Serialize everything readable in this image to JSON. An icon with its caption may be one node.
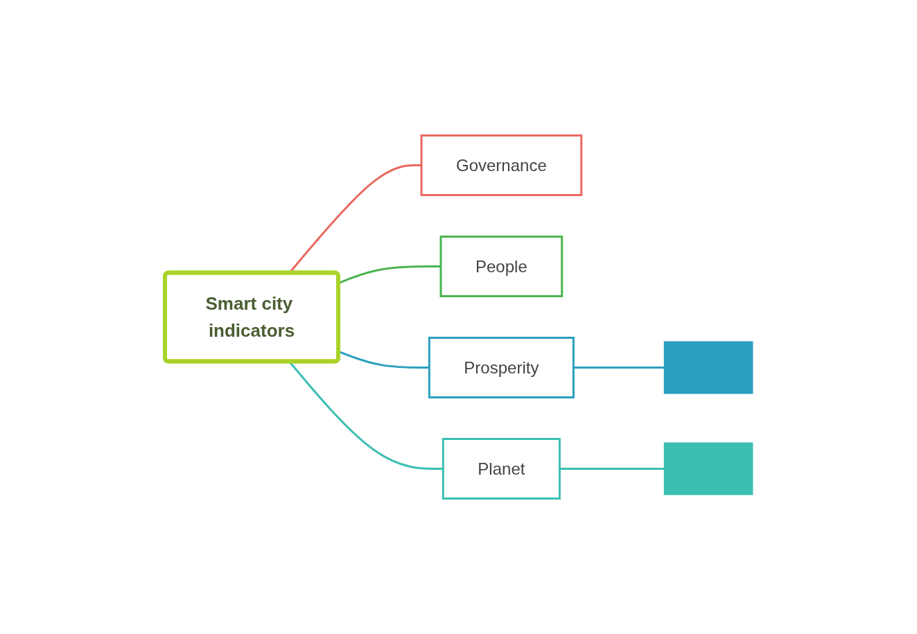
{
  "diagram": {
    "nodes": [
      {
        "text": [
          "Smart city indicators"
        ]
      },
      {
        "text": [
          "Governance"
        ]
      },
      {
        "text": [
          "People"
        ]
      },
      {
        "text": [
          "Prosperity"
        ]
      },
      {
        "text": [
          "Planet"
        ]
      },
      {
        "text": [],
        "shape": "box"
      },
      {
        "text": [],
        "shape": "box"
      }
    ],
    "edges": [
      {
        "from": 0,
        "to": 1,
        "arrow": "none",
        "color": "#e8695f"
      },
      {
        "from": 0,
        "to": 2,
        "arrow": "none",
        "color": "#4ab44f"
      },
      {
        "from": 0,
        "to": 3,
        "arrow": "none",
        "color": "#2a9fc0"
      },
      {
        "from": 0,
        "to": 4,
        "arrow": "none",
        "color": "#3bbfb3"
      },
      {
        "from": 3,
        "to": 5,
        "arrow": "none",
        "color": "#2a9fc0"
      },
      {
        "from": 4,
        "to": 6,
        "arrow": "none",
        "color": "#3bbfb3"
      }
    ]
  }
}
